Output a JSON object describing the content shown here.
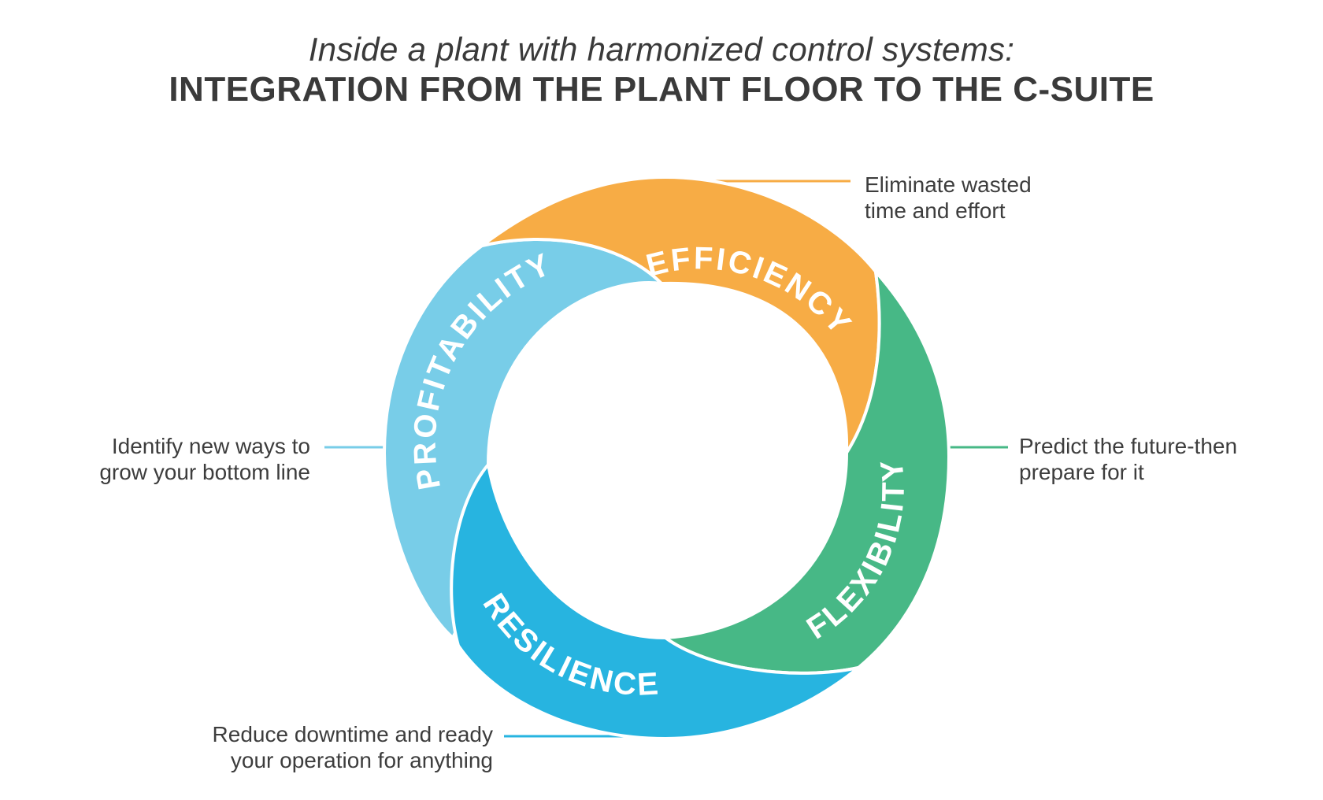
{
  "header": {
    "subtitle": "Inside a plant with harmonized control systems:",
    "title": "INTEGRATION FROM THE PLANT FLOOR TO THE C-SUITE"
  },
  "segments": [
    {
      "key": "efficiency",
      "label": "EFFICIENCY",
      "color": "#F7AC45",
      "callout": [
        "Eliminate wasted",
        "time and effort"
      ]
    },
    {
      "key": "flexibility",
      "label": "FLEXIBILITY",
      "color": "#47B886",
      "callout": [
        "Predict the future-then",
        "prepare for it"
      ]
    },
    {
      "key": "resilience",
      "label": "RESILIENCE",
      "color": "#27B4E0",
      "callout": [
        "Reduce downtime and ready",
        "your operation for anything"
      ]
    },
    {
      "key": "profitability",
      "label": "PROFITABILITY",
      "color": "#78CDE8",
      "callout": [
        "Identify new ways to",
        "grow your bottom line"
      ]
    }
  ]
}
